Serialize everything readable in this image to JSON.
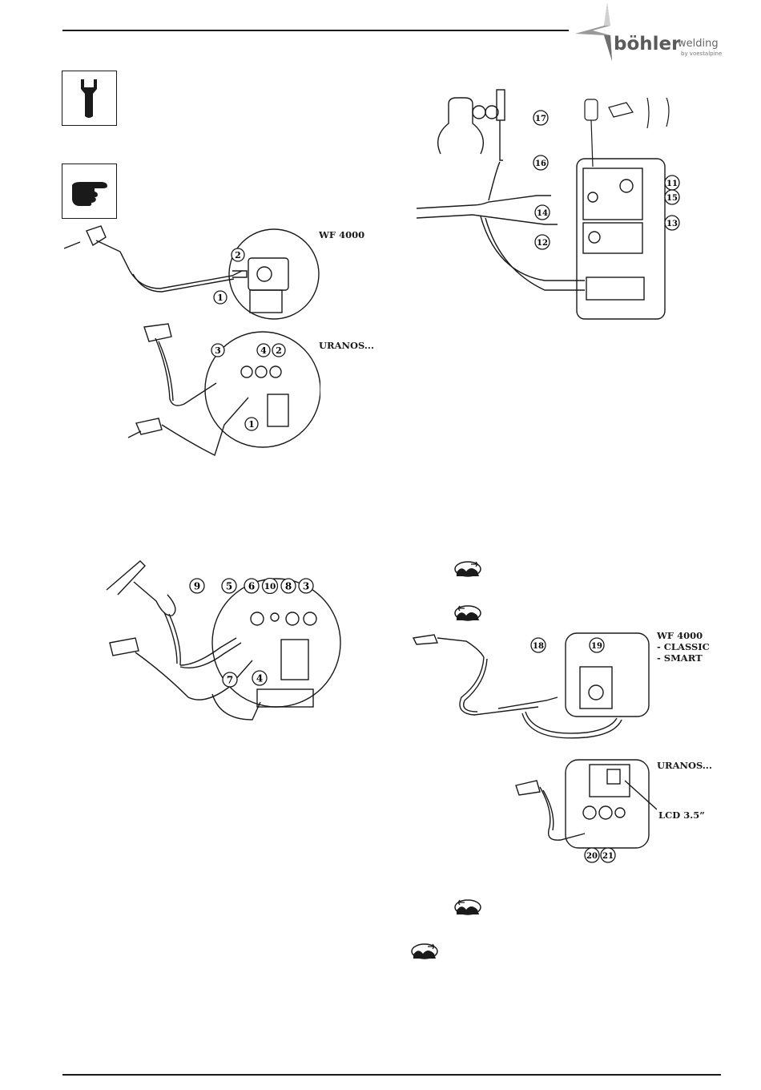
{
  "brand": {
    "name": "böhler",
    "suffix": "welding",
    "tagline": "by voestalpine"
  },
  "labels": {
    "wf4000_top": "WF 4000",
    "uranos_top": "URANOS...",
    "wf4000_right": "WF 4000",
    "classic": "- CLASSIC",
    "smart": "- SMART",
    "uranos_right": "URANOS...",
    "lcd": "LCD 3.5”"
  },
  "callouts": {
    "c1a": "1",
    "c2a": "2",
    "c3a": "3",
    "c4a": "4",
    "c2b": "2",
    "c1b": "1",
    "c9": "9",
    "c5": "5",
    "c6": "6",
    "c10": "10",
    "c8": "8",
    "c3b": "3",
    "c7": "7",
    "c4b": "4",
    "c17": "17",
    "c16": "16",
    "c11": "11",
    "c15": "15",
    "c14": "14",
    "c13": "13",
    "c12": "12",
    "c18": "18",
    "c19": "19",
    "c20": "20",
    "c21": "21"
  },
  "icons": [
    "wrench-icon",
    "pointing-hand-icon",
    "wire-feed-out-icon",
    "wire-feed-in-icon"
  ]
}
